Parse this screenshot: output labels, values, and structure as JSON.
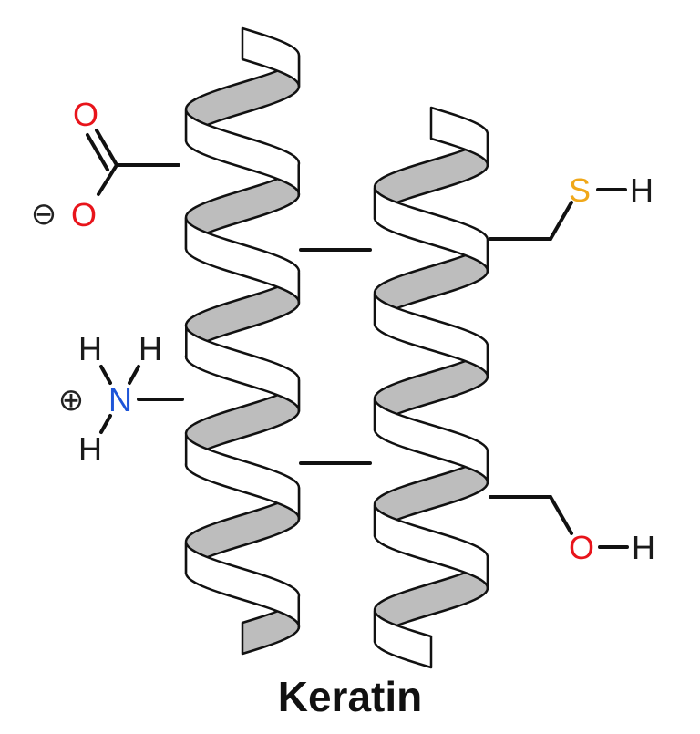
{
  "title": "Keratin",
  "colors": {
    "oxygen": "#e8141b",
    "nitrogen": "#1e55d8",
    "sulfur": "#f0a81a",
    "hydrogen": "#1a1a1a",
    "helix_shadow": "#bdbdbd"
  },
  "groups": {
    "carboxylate": {
      "o_top": "O",
      "o_bottom": "O",
      "charge": "⊖"
    },
    "ammonium": {
      "n": "N",
      "h1": "H",
      "h2": "H",
      "h3": "H",
      "charge": "⊕"
    },
    "thiol": {
      "s": "S",
      "h": "H"
    },
    "hydroxyl": {
      "o": "O",
      "h": "H"
    }
  }
}
